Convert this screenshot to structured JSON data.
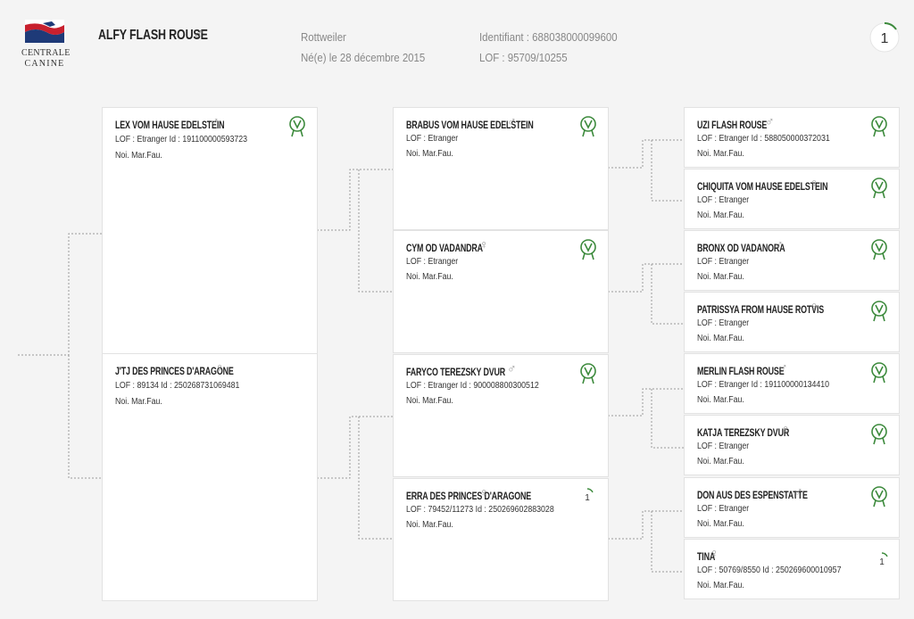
{
  "logo": {
    "line1": "CENTRALE",
    "line2": "CANINE",
    "colors": {
      "blue": "#1e3a78",
      "red": "#c8202e"
    }
  },
  "dog": {
    "name": "ALFY FLASH ROUSE",
    "sex_symbol": "♂",
    "breed": "Rottweiler",
    "birth": "Né(e) le 28 décembre 2015",
    "identifiant": "Identifiant : 688038000099600",
    "lof": "LOF : 95709/10255",
    "badge": "1"
  },
  "accent": "#3c8a3c",
  "parents": [
    {
      "name": "LEX VOM HAUSE EDELSTEIN",
      "sex": "♂",
      "lof": "LOF : Etranger   Id : 191100000593723",
      "color": "Noi. Mar.Fau.",
      "badge": "vet-icon"
    },
    {
      "name": "J'TJ DES PRINCES D'ARAGONE",
      "sex": "♀",
      "lof": "LOF : 89134   Id : 250268731069481",
      "color": "Noi. Mar.Fau.",
      "badge": ""
    }
  ],
  "grandparents": [
    {
      "name": "BRABUS VOM HAUSE EDELSTEIN",
      "sex": "♂",
      "lof": "LOF : Etranger",
      "color": "Noi. Mar.Fau.",
      "badge": "vet-icon"
    },
    {
      "name": "CYM OD VADANDRA",
      "sex": "♀",
      "lof": "LOF : Etranger",
      "color": "Noi. Mar.Fau.",
      "badge": "vet-icon"
    },
    {
      "name": "FARYCO TEREZSKY DVUR",
      "sex": "♂",
      "lof": "LOF : Etranger   Id : 900008800300512",
      "color": "Noi. Mar.Fau.",
      "badge": "vet-icon"
    },
    {
      "name": "ERRA DES PRINCES D'ARAGONE",
      "sex": "♀",
      "lof": "LOF : 79452/11273   Id : 250269602883028",
      "color": "Noi. Mar.Fau.",
      "badge": "1"
    }
  ],
  "great_grandparents": [
    {
      "name": "UZI FLASH ROUSE",
      "sex": "♂",
      "lof": "LOF : Etranger   Id : 588050000372031",
      "color": "Noi. Mar.Fau.",
      "badge": "vet-icon"
    },
    {
      "name": "CHIQUITA VOM HAUSE EDELSTEIN",
      "sex": "♀",
      "lof": "LOF : Etranger",
      "color": "Noi. Mar.Fau.",
      "badge": "vet-icon"
    },
    {
      "name": "BRONX OD VADANORA",
      "sex": "♂",
      "lof": "LOF : Etranger",
      "color": "Noi. Mar.Fau.",
      "badge": "vet-icon"
    },
    {
      "name": "PATRISSYA FROM HAUSE ROTVIS",
      "sex": "♀",
      "lof": "LOF : Etranger",
      "color": "Noi. Mar.Fau.",
      "badge": "vet-icon"
    },
    {
      "name": "MERLIN FLASH ROUSE",
      "sex": "♂",
      "lof": "LOF : Etranger   Id : 191100000134410",
      "color": "Noi. Mar.Fau.",
      "badge": "vet-icon"
    },
    {
      "name": "KATJA TEREZSKY DVUR",
      "sex": "♀",
      "lof": "LOF : Etranger",
      "color": "Noi. Mar.Fau.",
      "badge": "vet-icon"
    },
    {
      "name": "DON AUS DES ESPENSTATTE",
      "sex": "♂",
      "lof": "LOF : Etranger",
      "color": "Noi. Mar.Fau.",
      "badge": "vet-icon"
    },
    {
      "name": "TINA",
      "sex": "♀",
      "lof": "LOF : 50769/8550   Id : 250269600010957",
      "color": "Noi. Mar.Fau.",
      "badge": "1"
    }
  ]
}
